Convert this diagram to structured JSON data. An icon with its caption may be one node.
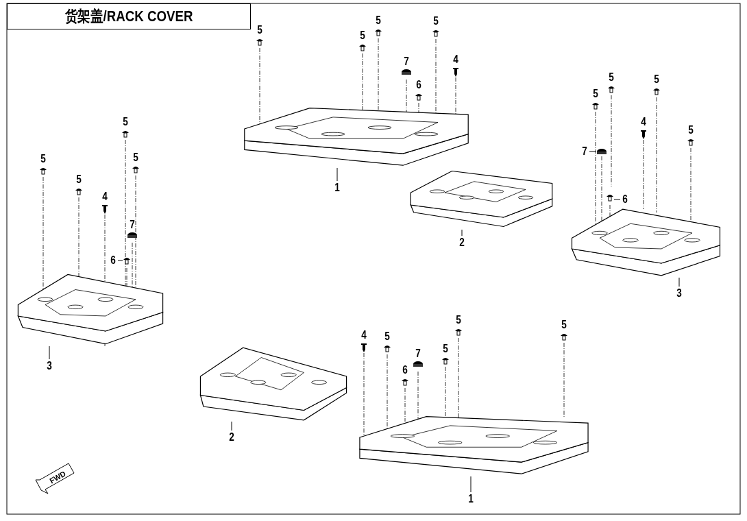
{
  "diagram": {
    "title": "货架盖/RACK COVER",
    "nodes": [
      {
        "text": [],
        "shape": "picture"
      },
      {
        "text": [],
        "shape": "picture"
      },
      {
        "text": [],
        "shape": "picture"
      },
      {
        "text": [],
        "shape": "picture"
      },
      {
        "text": [],
        "shape": "picture"
      },
      {
        "text": [],
        "shape": "picture"
      },
      {
        "text": [
          "1"
        ]
      },
      {
        "text": [
          "2"
        ]
      },
      {
        "text": [
          "3"
        ]
      },
      {
        "text": [
          "3"
        ]
      },
      {
        "text": [
          "2"
        ]
      },
      {
        "text": [
          "1"
        ]
      },
      {
        "text": [
          "6"
        ]
      },
      {
        "text": [],
        "shape": "picture"
      },
      {
        "text": [
          "7"
        ]
      },
      {
        "text": [],
        "shape": "picture"
      },
      {
        "text": [
          "6"
        ]
      },
      {
        "text": [],
        "shape": "picture"
      }
    ],
    "edges": [
      {
        "from": 6,
        "to": 0,
        "arrow": "none"
      },
      {
        "from": 7,
        "to": 1,
        "arrow": "none"
      },
      {
        "from": 8,
        "to": 2,
        "arrow": "none"
      },
      {
        "from": 9,
        "to": 3,
        "arrow": "none"
      },
      {
        "from": 10,
        "to": 4,
        "arrow": "none"
      },
      {
        "from": 11,
        "to": 5,
        "arrow": "none"
      },
      {
        "from": 12,
        "to": 13,
        "arrow": "none"
      },
      {
        "from": 14,
        "to": 15,
        "arrow": "none"
      },
      {
        "from": 16,
        "to": 17,
        "arrow": "none"
      },
      {
        "from": 13,
        "to": 3,
        "arrow": "none",
        "style": "dashed"
      },
      {
        "from": 15,
        "to": 2,
        "arrow": "none",
        "style": "dashed"
      },
      {
        "from": 17,
        "to": 2,
        "arrow": "none",
        "style": "dashed"
      }
    ],
    "labels": [
      "5",
      "5",
      "5",
      "5",
      "7",
      "4",
      "6",
      "5",
      "5",
      "5",
      "5",
      "4",
      "7",
      "5",
      "5",
      "5",
      "4",
      "5",
      "5",
      "5",
      "4",
      "5",
      "7",
      "5",
      "6",
      "FWD"
    ]
  }
}
